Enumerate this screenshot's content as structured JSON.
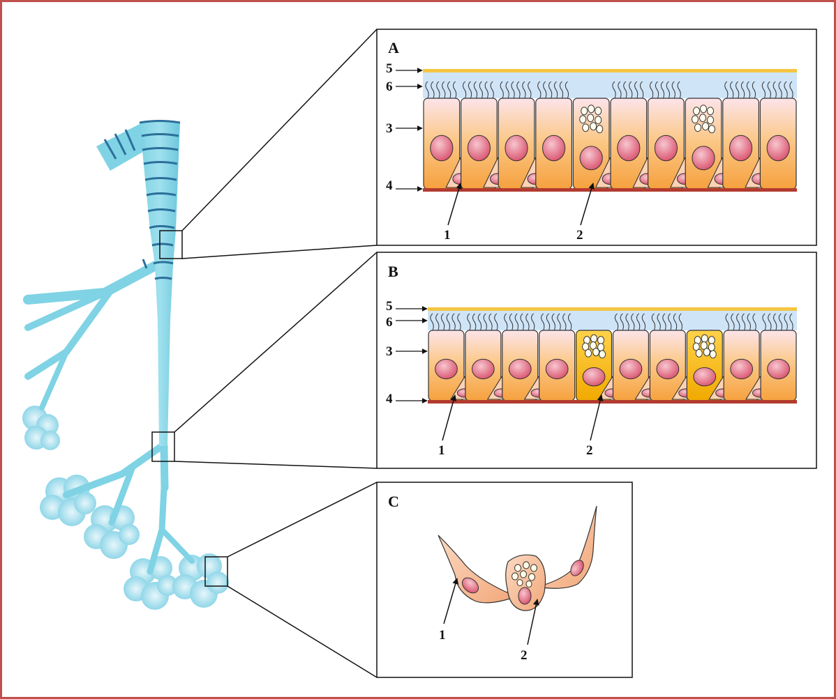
{
  "colors": {
    "frame": "#c0504d",
    "airway": "#7fd3e4",
    "airway_ring": "#2b6f9a",
    "alveolus": "#a8e0ee",
    "cell_fill_top": "#fde3e6",
    "cell_fill_bottom": "#f7a94e",
    "goblet_fill": "#f5b800",
    "nucleus": "#e0607a",
    "basement": "#b23b2f",
    "mucus": "#f4c542",
    "periciliary": "#cfe4f7",
    "lines": "#222222"
  },
  "panels": [
    {
      "id": "A",
      "letter": "A",
      "left_labels": [
        "5",
        "6",
        "3",
        "4"
      ],
      "bottom_labels": [
        "1",
        "2"
      ]
    },
    {
      "id": "B",
      "letter": "B",
      "left_labels": [
        "5",
        "6",
        "3",
        "4"
      ],
      "bottom_labels": [
        "1",
        "2"
      ]
    },
    {
      "id": "C",
      "letter": "C",
      "bottom_labels": [
        "1",
        "2"
      ]
    }
  ]
}
